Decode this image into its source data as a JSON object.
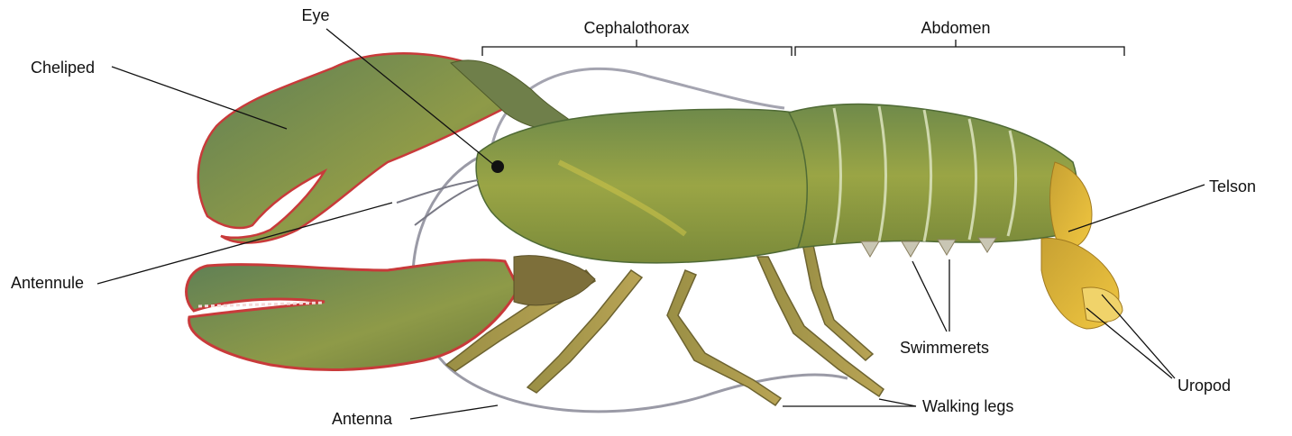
{
  "labels": {
    "eye": "Eye",
    "cephalothorax": "Cephalothorax",
    "abdomen": "Abdomen",
    "cheliped": "Cheliped",
    "telson": "Telson",
    "antennule": "Antennule",
    "swimmerets": "Swimmerets",
    "uropod": "Uropod",
    "antenna": "Antenna",
    "walking_legs": "Walking legs"
  },
  "colors": {
    "body_green": "#8a9a3c",
    "body_dark": "#4f6a35",
    "claw_edge": "#c83a3a",
    "tail_yellow": "#e0b030",
    "antenna_grey": "#9a9aa6",
    "line": "#111111"
  }
}
